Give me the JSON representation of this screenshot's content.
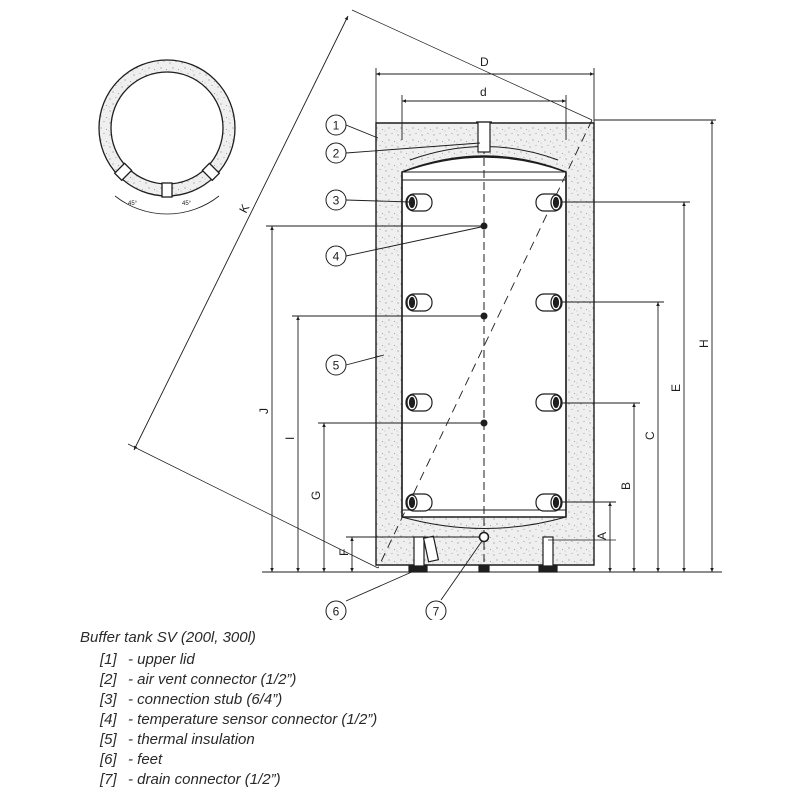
{
  "dimension_labels": {
    "D": "D",
    "d": "d",
    "K": "K",
    "H": "H",
    "E": "E",
    "C": "C",
    "B": "B",
    "A": "A",
    "J": "J",
    "I": "I",
    "G": "G",
    "F": "F"
  },
  "top_view": {
    "angle_left": "45°",
    "angle_right": "45°"
  },
  "callouts": [
    "1",
    "2",
    "3",
    "4",
    "5",
    "6",
    "7"
  ],
  "legend": {
    "title": "Buffer tank SV (200l, 300l)",
    "items": [
      {
        "num": "[1]",
        "text": "- upper lid"
      },
      {
        "num": "[2]",
        "text": "- air vent connector (1/2”)"
      },
      {
        "num": "[3]",
        "text": "- connection stub (6/4”)"
      },
      {
        "num": "[4]",
        "text": "- temperature sensor connector (1/2”)"
      },
      {
        "num": "[5]",
        "text": "- thermal insulation"
      },
      {
        "num": "[6]",
        "text": "- feet"
      },
      {
        "num": "[7]",
        "text": "- drain connector (1/2”)"
      }
    ]
  },
  "colors": {
    "line": "#1e1e1e",
    "insulation": "#efefef",
    "stipple": "#8a8a8a"
  }
}
